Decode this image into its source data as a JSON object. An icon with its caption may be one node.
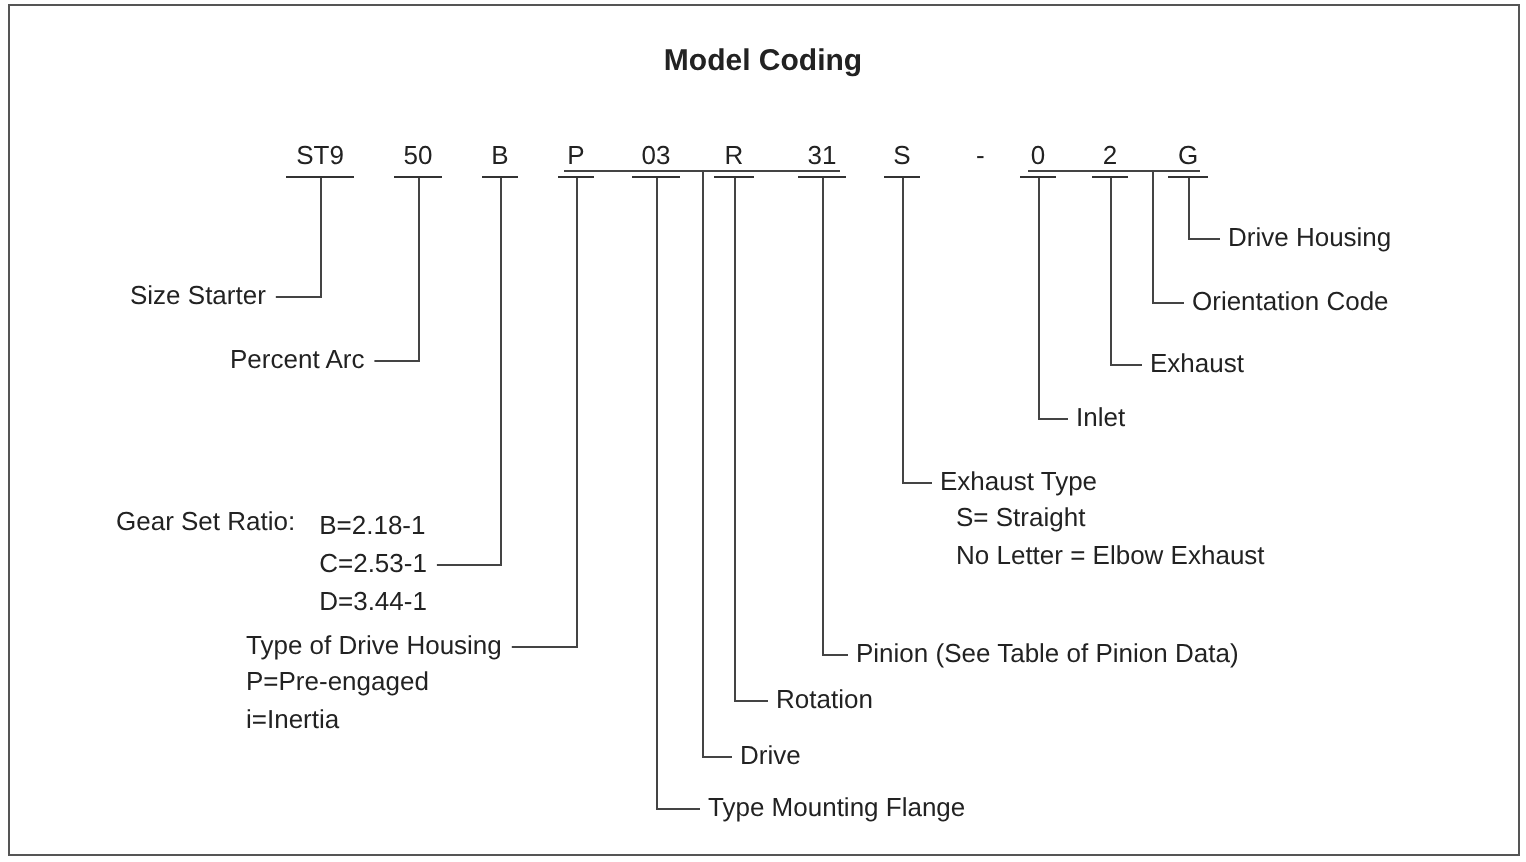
{
  "diagram": {
    "title": "Model Coding",
    "nodes": [
      {
        "text": [
          "ST9"
        ]
      },
      {
        "text": [
          "50"
        ]
      },
      {
        "text": [
          "B"
        ]
      },
      {
        "text": [
          "P"
        ]
      },
      {
        "text": [
          "03"
        ]
      },
      {
        "text": [
          "R"
        ]
      },
      {
        "text": [
          "31"
        ]
      },
      {
        "text": [
          "S"
        ]
      },
      {
        "text": [
          "0"
        ]
      },
      {
        "text": [
          "2"
        ]
      },
      {
        "text": [
          "G"
        ]
      },
      {
        "text": [
          "Drive Housing"
        ]
      },
      {
        "text": [
          "Orientation Code"
        ]
      },
      {
        "text": [
          "Exhaust"
        ]
      },
      {
        "text": [
          "Size Starter"
        ]
      },
      {
        "text": [
          "Inlet"
        ]
      },
      {
        "text": [
          "Percent Arc"
        ]
      },
      {
        "text": [
          "Exhaust Type",
          "S= Straight",
          "No Letter = Elbow Exhaust"
        ]
      },
      {
        "text": [
          "Gear Set Ratio:",
          "B=2.18-1",
          "C=2.53-1",
          "D=3.44-1"
        ]
      },
      {
        "text": [
          "Type of Drive Housing",
          "P=Pre-engaged",
          "i=Inertia"
        ]
      },
      {
        "text": [
          "Pinion (See Table of Pinion Data)"
        ]
      },
      {
        "text": [
          "Rotation"
        ]
      },
      {
        "text": [
          "Drive"
        ]
      },
      {
        "text": [
          "Type Mounting Flange"
        ]
      },
      {
        "text": [],
        "shape": "bar"
      },
      {
        "text": [],
        "shape": "bar"
      }
    ],
    "edges": [
      {
        "from": 11,
        "to": 10,
        "arrow": "none"
      },
      {
        "from": 12,
        "to": 25,
        "arrow": "none"
      },
      {
        "from": 13,
        "to": 9,
        "arrow": "none"
      },
      {
        "from": 14,
        "to": 0,
        "arrow": "none"
      },
      {
        "from": 15,
        "to": 8,
        "arrow": "none"
      },
      {
        "from": 16,
        "to": 1,
        "arrow": "none"
      },
      {
        "from": 17,
        "to": 7,
        "arrow": "none"
      },
      {
        "from": 18,
        "to": 2,
        "arrow": "none"
      },
      {
        "from": 19,
        "to": 3,
        "arrow": "none"
      },
      {
        "from": 20,
        "to": 6,
        "arrow": "none"
      },
      {
        "from": 21,
        "to": 5,
        "arrow": "none"
      },
      {
        "from": 22,
        "to": 24,
        "arrow": "none"
      },
      {
        "from": 23,
        "to": 4,
        "arrow": "none"
      }
    ],
    "labels": [
      "-"
    ]
  }
}
